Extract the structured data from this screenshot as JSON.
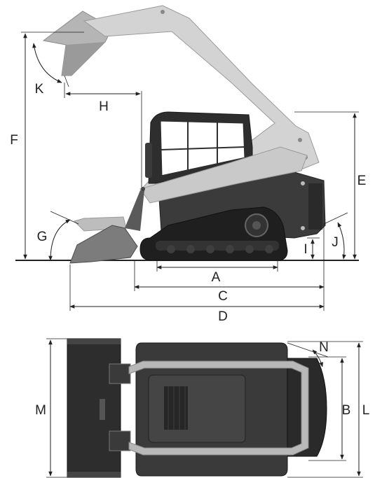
{
  "labels": {
    "A": "A",
    "B": "B",
    "C": "C",
    "D": "D",
    "E": "E",
    "F": "F",
    "G": "G",
    "H": "H",
    "I": "I",
    "J": "J",
    "K": "K",
    "L": "L",
    "M": "M",
    "N": "N"
  },
  "colors": {
    "arm": "#cfcfcf",
    "arm_edge": "#9a9a9a",
    "body": "#3a3a3a",
    "body_dark": "#262626",
    "track": "#1e1e1e",
    "bucket": "#7d7d7d",
    "bucket_ghost": "#b9b9b9",
    "ink": "#222222"
  }
}
